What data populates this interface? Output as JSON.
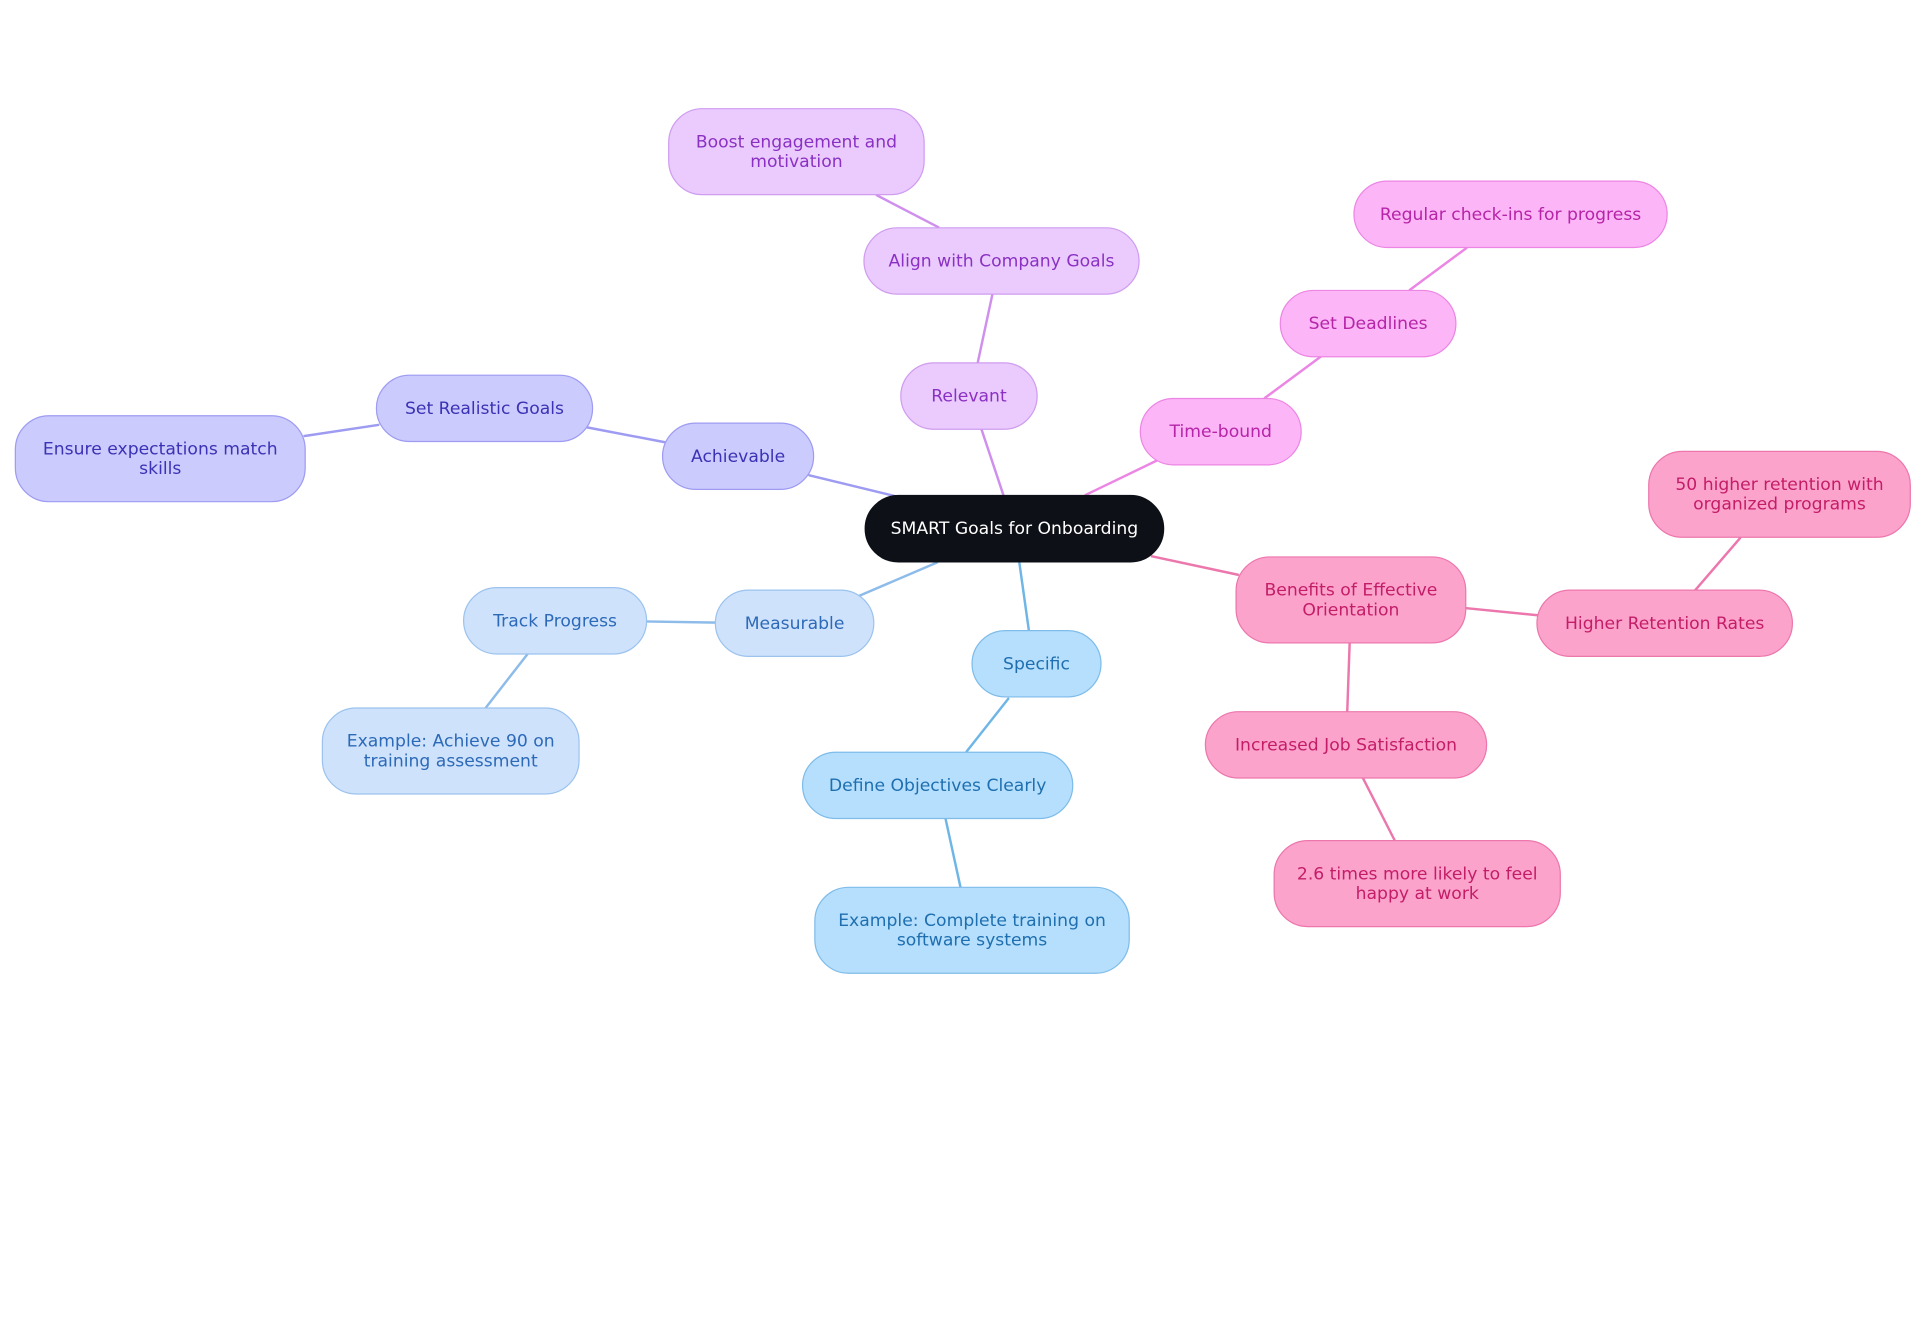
{
  "diagram": {
    "root": {
      "id": "root",
      "label": "SMART Goals for Onboarding"
    },
    "nodes": [
      {
        "id": "achievable",
        "label": "Achievable",
        "parent": "root",
        "color": "#cccbfd"
      },
      {
        "id": "set_realistic",
        "label": "Set Realistic Goals",
        "parent": "achievable",
        "color": "#cccbfd"
      },
      {
        "id": "ensure_expect",
        "label": "Ensure expectations match\nskills",
        "parent": "set_realistic",
        "color": "#cccbfd"
      },
      {
        "id": "measurable",
        "label": "Measurable",
        "parent": "root",
        "color": "#cfe2fc"
      },
      {
        "id": "track_progress",
        "label": "Track Progress",
        "parent": "measurable",
        "color": "#cfe2fc"
      },
      {
        "id": "example_90",
        "label": "Example: Achieve 90 on\ntraining assessment",
        "parent": "track_progress",
        "color": "#cfe2fc"
      },
      {
        "id": "specific",
        "label": "Specific",
        "parent": "root",
        "color": "#b5dffc"
      },
      {
        "id": "define_obj",
        "label": "Define Objectives Clearly",
        "parent": "specific",
        "color": "#b5dffc"
      },
      {
        "id": "example_training",
        "label": "Example: Complete training on\nsoftware systems",
        "parent": "define_obj",
        "color": "#b5dffc"
      },
      {
        "id": "relevant",
        "label": "Relevant",
        "parent": "root",
        "color": "#ebcbfd"
      },
      {
        "id": "align_goals",
        "label": "Align with Company Goals",
        "parent": "relevant",
        "color": "#ebcbfd"
      },
      {
        "id": "boost",
        "label": "Boost engagement and\nmotivation",
        "parent": "align_goals",
        "color": "#ebcbfd"
      },
      {
        "id": "time_bound",
        "label": "Time-bound",
        "parent": "root",
        "color": "#fcb5f7"
      },
      {
        "id": "set_deadlines",
        "label": "Set Deadlines",
        "parent": "time_bound",
        "color": "#fcb5f7"
      },
      {
        "id": "checkins",
        "label": "Regular check-ins for progress",
        "parent": "set_deadlines",
        "color": "#fcb5f7"
      },
      {
        "id": "benefits",
        "label": "Benefits of Effective\nOrientation",
        "parent": "root",
        "color": "#fca3cc"
      },
      {
        "id": "retention",
        "label": "Higher Retention Rates",
        "parent": "benefits",
        "color": "#fca3cc"
      },
      {
        "id": "retention50",
        "label": "50 higher retention with\norganized programs",
        "parent": "retention",
        "color": "#fca3cc"
      },
      {
        "id": "satisfaction",
        "label": "Increased Job Satisfaction",
        "parent": "benefits",
        "color": "#fca3cc"
      },
      {
        "id": "happy",
        "label": "2.6 times more likely to feel\nhappy at work",
        "parent": "satisfaction",
        "color": "#fca3cc"
      }
    ],
    "colors": {
      "root": "#0d1117",
      "indigo": "#cccbfd",
      "light_blue": "#cfe2fc",
      "sky": "#b5dffc",
      "lavender": "#ebcbfd",
      "orchid": "#fcb5f7",
      "pink": "#fca3cc"
    }
  }
}
